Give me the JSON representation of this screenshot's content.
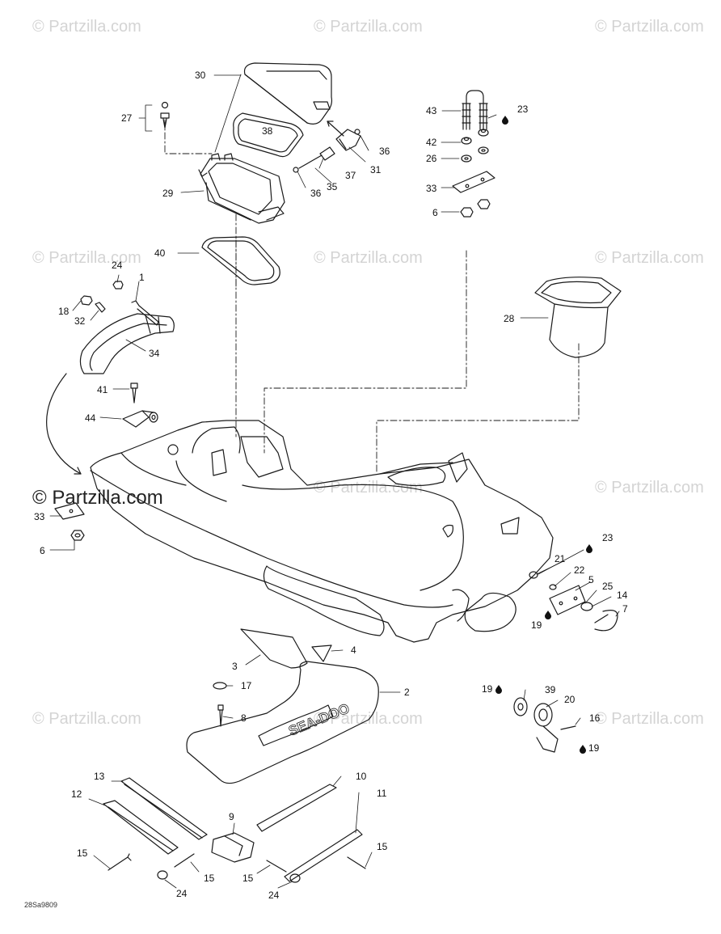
{
  "watermark": "© Partzilla.com",
  "brand": "© Partzilla.com",
  "figure_code": "28Sa9809",
  "hull_logo": "SEA-DOO",
  "labels": {
    "l30": "30",
    "l27": "27",
    "l38": "38",
    "l29": "29",
    "l36a": "36",
    "l37": "37",
    "l35": "35",
    "l31": "31",
    "l36b": "36",
    "l40": "40",
    "l43": "43",
    "l23a": "23",
    "l42": "42",
    "l26": "26",
    "l33a": "33",
    "l6a": "6",
    "l28": "28",
    "l24a": "24",
    "l1": "1",
    "l18": "18",
    "l32": "32",
    "l34": "34",
    "l41": "41",
    "l44": "44",
    "l33b": "33",
    "l6b": "6",
    "l23b": "23",
    "l21": "21",
    "l22": "22",
    "l5": "5",
    "l25": "25",
    "l14": "14",
    "l7": "7",
    "l19a": "19",
    "l3": "3",
    "l4": "4",
    "l2": "2",
    "l17": "17",
    "l8": "8",
    "l19b": "19",
    "l39": "39",
    "l20": "20",
    "l16": "16",
    "l19c": "19",
    "l13": "13",
    "l12": "12",
    "l10": "10",
    "l11": "11",
    "l9": "9",
    "l15a": "15",
    "l15b": "15",
    "l15c": "15",
    "l15d": "15",
    "l24b": "24",
    "l24c": "24"
  }
}
